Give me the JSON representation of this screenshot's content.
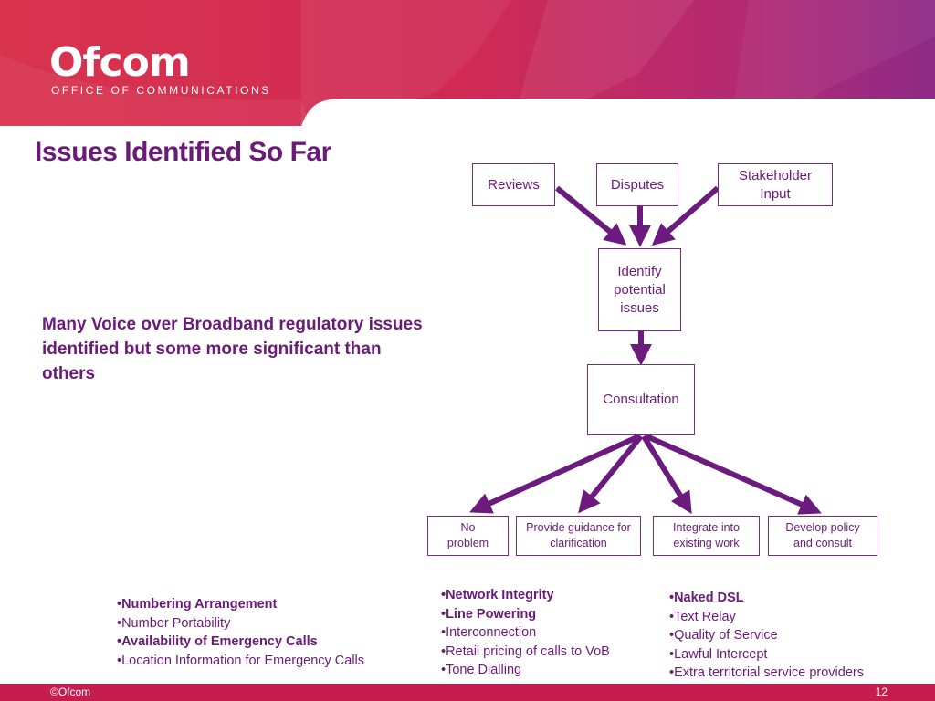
{
  "branding": {
    "logo_text": "Ofcom",
    "logo_subtitle": "OFFICE OF COMMUNICATIONS"
  },
  "slide": {
    "title": "Issues Identified So Far",
    "intro_text": "Many Voice over Broadband regulatory issues identified but some more significant than others"
  },
  "diagram": {
    "sources": [
      "Reviews",
      "Disputes",
      "Stakeholder Input"
    ],
    "identify": "Identify potential issues",
    "consultation": "Consultation",
    "outcomes": [
      "No problem",
      "Provide guidance for clarification",
      "Integrate into existing work",
      "Develop policy and consult"
    ]
  },
  "lists": {
    "left": [
      {
        "text": "Numbering Arrangement",
        "bold": true
      },
      {
        "text": "Number Portability",
        "bold": false
      },
      {
        "text": "Availability of Emergency Calls",
        "bold": true
      },
      {
        "text": "Location Information for Emergency Calls",
        "bold": false
      }
    ],
    "middle": [
      {
        "text": "Network Integrity",
        "bold": true
      },
      {
        "text": "Line Powering",
        "bold": true
      },
      {
        "text": "Interconnection",
        "bold": false
      },
      {
        "text": "Retail pricing of calls to VoB",
        "bold": false
      },
      {
        "text": "Tone Dialling",
        "bold": false
      }
    ],
    "right": [
      {
        "text": "Naked DSL",
        "bold": true
      },
      {
        "text": "Text Relay",
        "bold": false
      },
      {
        "text": "Quality of Service",
        "bold": false
      },
      {
        "text": "Lawful Intercept",
        "bold": false
      },
      {
        "text": "Extra territorial service providers",
        "bold": false
      }
    ]
  },
  "footer": {
    "copyright": "©Ofcom",
    "page_number": "12"
  },
  "colors": {
    "accent_purple": "#6b1a7a",
    "arrow_purple": "#6a1b7d",
    "banner_red": "#d42a4c",
    "footer_red": "#c41d4e"
  }
}
